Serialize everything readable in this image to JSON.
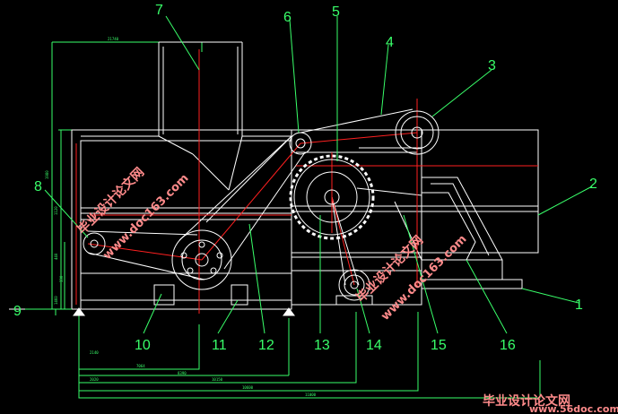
{
  "callouts": [
    "1",
    "2",
    "3",
    "4",
    "5",
    "6",
    "7",
    "8",
    "9",
    "10",
    "11",
    "12",
    "13",
    "14",
    "15",
    "16"
  ],
  "watermarks": {
    "chinese": "毕业设计论文网",
    "url1": "www.doc163.com",
    "url2": "www.56doc.com"
  },
  "dimensions": [
    "7064",
    "8390",
    "10150",
    "10600",
    "11000",
    "21740",
    "1980",
    "1120",
    "440",
    "330",
    "1460",
    "2140",
    "2020"
  ],
  "colors": {
    "background": "#000000",
    "outline": "#ffffff",
    "center_lines": "#ff2020",
    "dimension_lines": "#39ff6a",
    "labels": "#39ff6a",
    "watermark": "#ff8b8b"
  }
}
